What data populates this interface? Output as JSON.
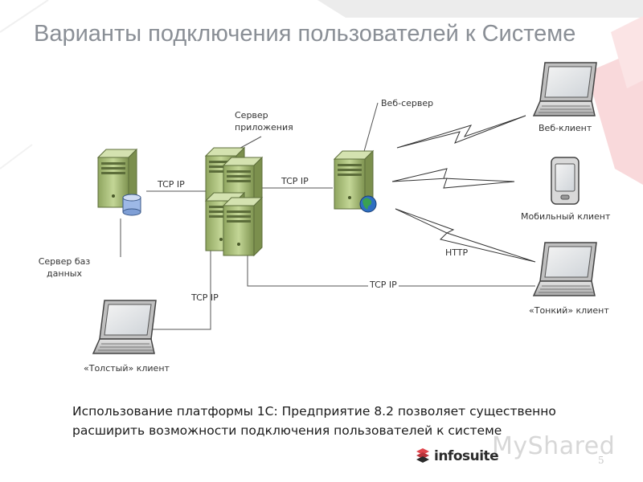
{
  "title": "Варианты подключения пользователей к Системе",
  "nodes": {
    "db_server": "Сервер баз данных",
    "app_server": "Сервер приложения",
    "web_server": "Веб-сервер",
    "web_client": "Веб-клиент",
    "mobile_client": "Мобильный клиент",
    "thin_client": "«Тонкий» клиент",
    "thick_client": "«Толстый» клиент"
  },
  "links": {
    "tcp_db_app": "TCP IP",
    "tcp_app_web": "TCP IP",
    "tcp_app_thin": "TCP IP",
    "tcp_app_thick": "TCP IP",
    "http": "HTTP"
  },
  "caption": "Использование платформы 1С: Предприятие 8.2 позволяет существенно расширить возможности подключения пользователей к системе",
  "page_number": "5",
  "brand": "infosuite",
  "watermark": "MyShared",
  "colors": {
    "server_green": "#a9c07a",
    "title_gray": "#8a8f96",
    "accent_red": "#e0454c"
  }
}
